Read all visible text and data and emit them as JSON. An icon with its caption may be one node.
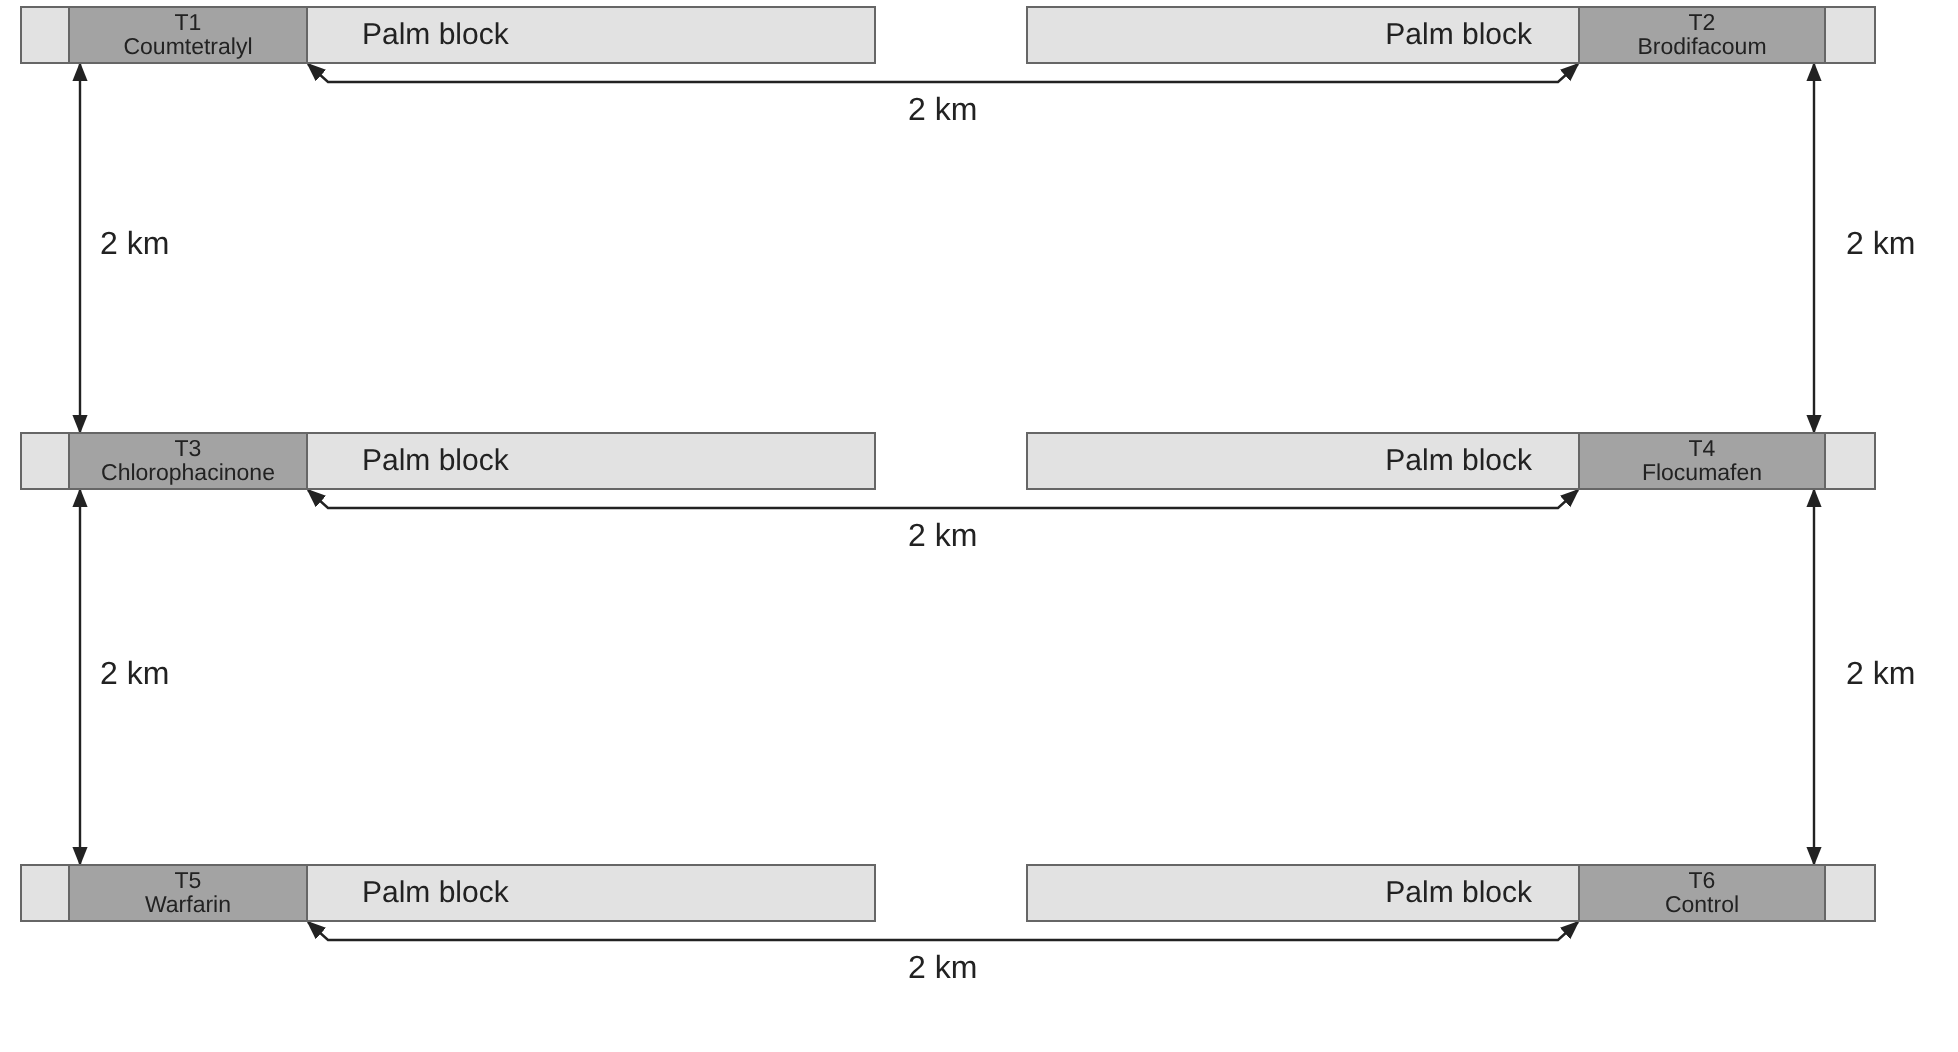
{
  "diagram": {
    "nodes": [
      {
        "text": [
          "Palm block"
        ]
      },
      {
        "text": [
          "T1",
          "Coumtetralyl"
        ],
        "in": 0
      },
      {
        "text": [
          "Palm block"
        ]
      },
      {
        "text": [
          "T2",
          "Brodifacoum"
        ],
        "in": 2
      },
      {
        "text": [
          "Palm block"
        ]
      },
      {
        "text": [
          "T3",
          "Chlorophacinone"
        ],
        "in": 4
      },
      {
        "text": [
          "Palm block"
        ]
      },
      {
        "text": [
          "T4",
          "Flocumafen"
        ],
        "in": 6
      },
      {
        "text": [
          "Palm block"
        ]
      },
      {
        "text": [
          "T5",
          "Warfarin"
        ],
        "in": 8
      },
      {
        "text": [
          "Palm block"
        ]
      },
      {
        "text": [
          "T6",
          "Control"
        ],
        "in": 10
      }
    ],
    "edges": [
      {
        "from": 1,
        "to": 3,
        "arrow": "both",
        "label": "2 km"
      },
      {
        "from": 1,
        "to": 5,
        "arrow": "both",
        "label": "2 km"
      },
      {
        "from": 3,
        "to": 7,
        "arrow": "both",
        "label": "2 km"
      },
      {
        "from": 5,
        "to": 7,
        "arrow": "both",
        "label": "2 km"
      },
      {
        "from": 5,
        "to": 9,
        "arrow": "both",
        "label": "2 km"
      },
      {
        "from": 7,
        "to": 11,
        "arrow": "both",
        "label": "2 km"
      },
      {
        "from": 9,
        "to": 11,
        "arrow": "both",
        "label": "2 km"
      }
    ]
  }
}
